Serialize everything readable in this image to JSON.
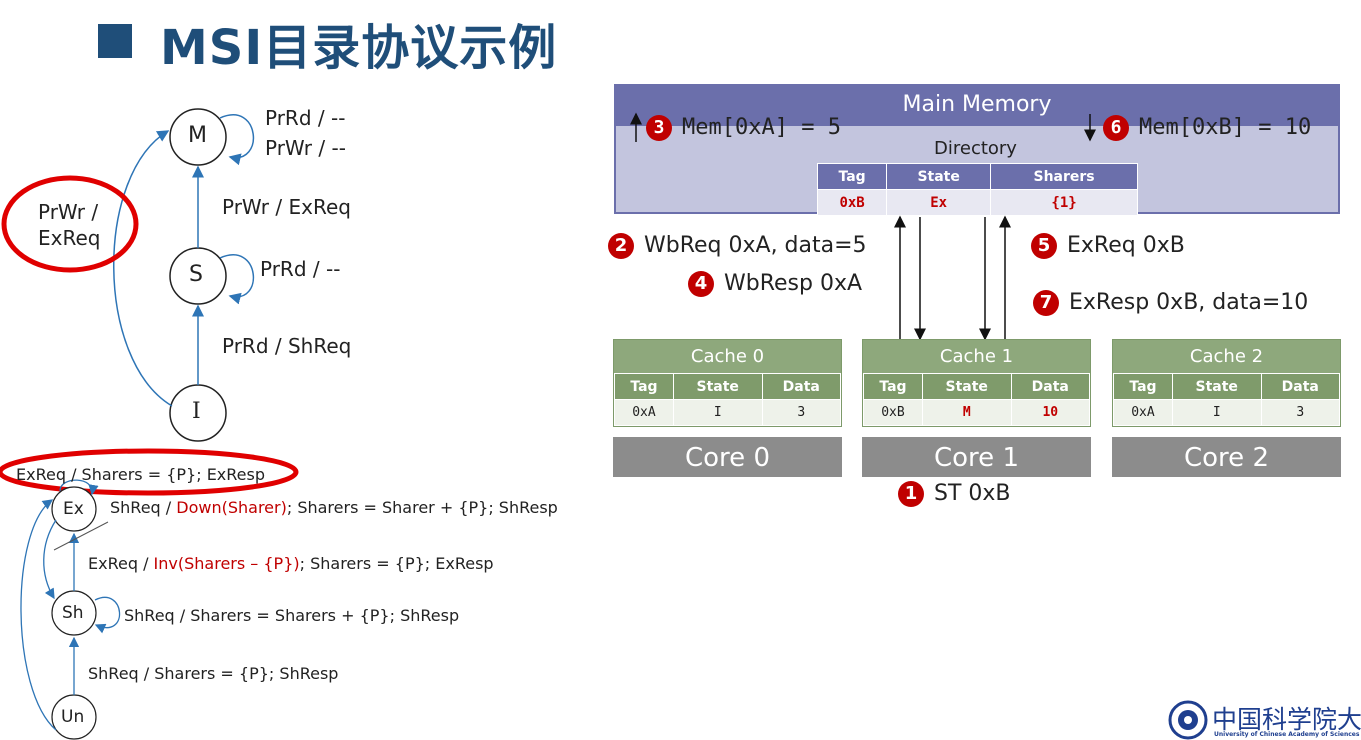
{
  "slide": {
    "title": "MSI目录协议示例",
    "colors": {
      "title": "#1f4e79",
      "accent_red": "#c00000",
      "memory": "#6b6fab",
      "cache": "#8ea87c",
      "core": "#8c8c8c"
    }
  },
  "cache_fsm": {
    "states": [
      "M",
      "S",
      "I"
    ],
    "labels": {
      "m_self_1": "PrRd / --",
      "m_self_2": "PrWr / --",
      "s_to_m": "PrWr / ExReq",
      "s_self": "PrRd / --",
      "i_to_s": "PrRd / ShReq",
      "i_to_m_1": "PrWr /",
      "i_to_m_2": "ExReq"
    }
  },
  "dir_fsm": {
    "states": [
      "Ex",
      "Sh",
      "Un"
    ],
    "labels": {
      "ex_self": "ExReq / Sharers = {P}; ExResp",
      "ex_to_sh_pre": "ShReq / ",
      "ex_to_sh_red": "Down(Sharer)",
      "ex_to_sh_post": "; Sharers = Sharer + {P}; ShResp",
      "sh_to_ex_pre": "ExReq / ",
      "sh_to_ex_red": "Inv(Sharers – {P})",
      "sh_to_ex_post": "; Sharers = {P}; ExResp",
      "sh_self": "ShReq / Sharers = Sharers + {P}; ShResp",
      "un_to_sh": "ShReq / Sharers = {P}; ShResp"
    }
  },
  "memory": {
    "title": "Main Memory",
    "step3_num": "3",
    "step3_text": "Mem[0xA] = 5",
    "step6_num": "6",
    "step6_text": "Mem[0xB] = 10",
    "directory_title": "Directory",
    "dir_headers": [
      "Tag",
      "State",
      "Sharers"
    ],
    "dir_row": [
      "0xB",
      "Ex",
      "{1}"
    ]
  },
  "messages": {
    "m2_num": "2",
    "m2": "WbReq 0xA, data=5",
    "m4_num": "4",
    "m4": "WbResp 0xA",
    "m5_num": "5",
    "m5": "ExReq 0xB",
    "m7_num": "7",
    "m7": "ExResp 0xB, data=10",
    "m1_num": "1",
    "m1": "ST 0xB"
  },
  "caches": [
    {
      "title": "Cache 0",
      "headers": [
        "Tag",
        "State",
        "Data"
      ],
      "row": [
        "0xA",
        "I",
        "3"
      ],
      "core": "Core 0"
    },
    {
      "title": "Cache 1",
      "headers": [
        "Tag",
        "State",
        "Data"
      ],
      "row": [
        "0xB",
        "M",
        "10"
      ],
      "core": "Core 1"
    },
    {
      "title": "Cache 2",
      "headers": [
        "Tag",
        "State",
        "Data"
      ],
      "row": [
        "0xA",
        "I",
        "3"
      ],
      "core": "Core 2"
    }
  ],
  "logo": {
    "cn": "中国科学院大学",
    "en": "University of Chinese Academy of Sciences"
  }
}
